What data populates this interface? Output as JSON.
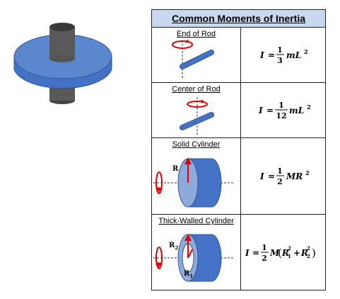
{
  "table": {
    "title": "Common Moments of Inertia",
    "rows": [
      {
        "caption": "End of Rod",
        "formula": {
          "lhs": "I",
          "num": "1",
          "den": "3",
          "tail": "mL",
          "exp": "2"
        }
      },
      {
        "caption": "Center of Rod",
        "formula": {
          "lhs": "I",
          "num": "1",
          "den": "12",
          "tail": "mL",
          "exp": "2"
        }
      },
      {
        "caption": "Solid Cylinder",
        "label": "R",
        "formula": {
          "lhs": "I",
          "num": "1",
          "den": "2",
          "tail": "MR",
          "exp": "2"
        }
      },
      {
        "caption": "Thick-Walled Cylinder",
        "label_outer": "R",
        "label_outer_sub": "2",
        "label_inner": "R",
        "label_inner_sub": "1",
        "formula": {
          "lhs": "I",
          "num": "1",
          "den": "2",
          "tail": "M",
          "r1": "R",
          "r1sub": "1",
          "r2": "R",
          "r2sub": "2",
          "exp": "2"
        }
      }
    ]
  },
  "colors": {
    "header_bg": "#c7d8ef",
    "blue": "#4472c4",
    "light_blue": "#8eaadb",
    "red": "#e00000",
    "gray": "#595959"
  }
}
